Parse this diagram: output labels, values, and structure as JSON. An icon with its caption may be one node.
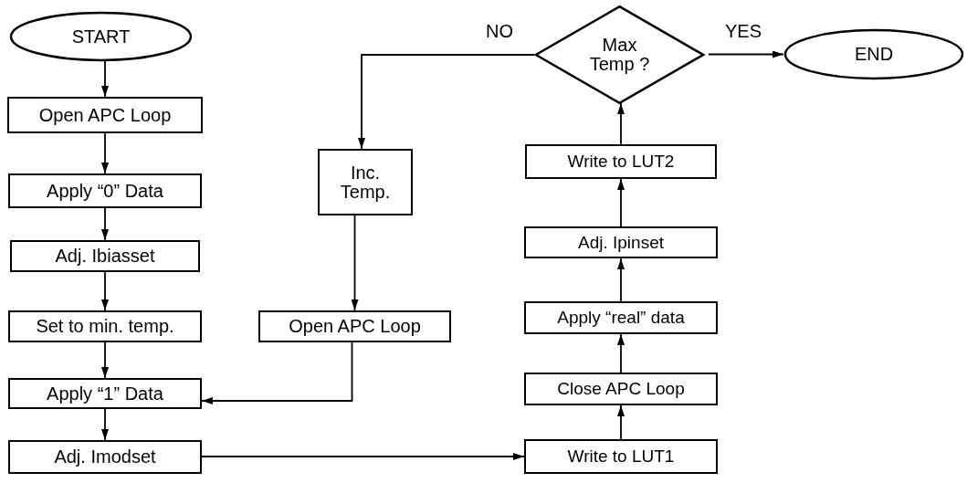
{
  "diagram": {
    "nodes": [
      {
        "text": [
          "START"
        ]
      },
      {
        "text": [
          "Open APC Loop"
        ]
      },
      {
        "text": [
          "Apply “0” Data"
        ]
      },
      {
        "text": [
          "Adj. Ibiasset"
        ]
      },
      {
        "text": [
          "Set to min. temp."
        ]
      },
      {
        "text": [
          "Apply “1” Data"
        ]
      },
      {
        "text": [
          "Adj. Imodset"
        ]
      },
      {
        "text": [
          "Inc. Temp."
        ]
      },
      {
        "text": [
          "Open APC Loop"
        ]
      },
      {
        "text": [
          "Max Temp ?"
        ]
      },
      {
        "text": [
          "END"
        ]
      },
      {
        "text": [
          "Write to LUT2"
        ]
      },
      {
        "text": [
          "Adj. Ipinset"
        ]
      },
      {
        "text": [
          "Apply “real” data"
        ]
      },
      {
        "text": [
          "Close APC Loop"
        ]
      },
      {
        "text": [
          "Write to LUT1"
        ]
      }
    ],
    "edges": [
      {
        "from": 0,
        "to": 1,
        "arrow": "to"
      },
      {
        "from": 1,
        "to": 2,
        "arrow": "to"
      },
      {
        "from": 2,
        "to": 3,
        "arrow": "to"
      },
      {
        "from": 3,
        "to": 4,
        "arrow": "to"
      },
      {
        "from": 4,
        "to": 5,
        "arrow": "to"
      },
      {
        "from": 5,
        "to": 6,
        "arrow": "to"
      },
      {
        "from": 6,
        "to": 15,
        "arrow": "to"
      },
      {
        "from": 15,
        "to": 14,
        "arrow": "to"
      },
      {
        "from": 14,
        "to": 13,
        "arrow": "to"
      },
      {
        "from": 13,
        "to": 12,
        "arrow": "to"
      },
      {
        "from": 12,
        "to": 11,
        "arrow": "to"
      },
      {
        "from": 11,
        "to": 9,
        "arrow": "to"
      },
      {
        "from": 9,
        "to": 10,
        "arrow": "to",
        "label": "YES"
      },
      {
        "from": 9,
        "to": 7,
        "arrow": "to",
        "label": "NO"
      },
      {
        "from": 7,
        "to": 8,
        "arrow": "to"
      },
      {
        "from": 8,
        "to": 5,
        "arrow": "to"
      }
    ]
  }
}
